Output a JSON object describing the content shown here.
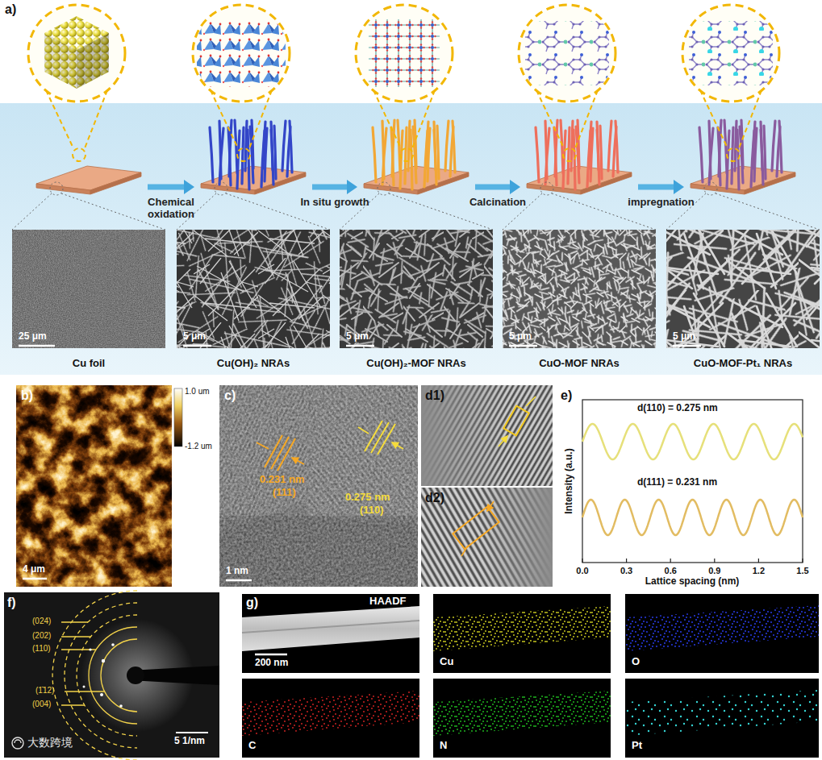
{
  "diagram": {
    "nodes": [
      {
        "text": [
          "Cu foil"
        ]
      },
      {
        "text": [
          "Cu(OH)₂ NRAs"
        ]
      },
      {
        "text": [
          "Cu(OH)₂-MOF NRAs"
        ]
      },
      {
        "text": [
          "CuO-MOF NRAs"
        ]
      },
      {
        "text": [
          "CuO-MOF-Pt₁ NRAs"
        ]
      }
    ],
    "edges": [
      {
        "from": 0,
        "to": 1,
        "label": "Chemical oxidation",
        "arrow": "to"
      },
      {
        "from": 1,
        "to": 2,
        "label": "In situ growth",
        "arrow": "to"
      },
      {
        "from": 2,
        "to": 3,
        "label": "Calcination",
        "arrow": "to"
      },
      {
        "from": 3,
        "to": 4,
        "label": "impregnation",
        "arrow": "to"
      }
    ],
    "labels": [
      "a)",
      "25 μm",
      "5 μm",
      "5 μm",
      "5 μm",
      "5 μm",
      "b)",
      "1.0 um",
      "-1.2 um",
      "4 μm",
      "c)",
      "0.231 nm",
      "(111)",
      "0.275 nm",
      "(110)",
      "1 nm",
      "d1)",
      "d2)",
      "e)",
      "d(110) = 0.275 nm",
      "d(111) = 0.231 nm",
      "Intensity (a.u.)",
      "0.0",
      "0.3",
      "0.6",
      "0.9",
      "1.2",
      "1.5",
      "Lattice spacing (nm)",
      "f)",
      "(024)",
      "(202)",
      "(110)",
      "(1̄12)",
      "(004)",
      "5 1/nm",
      "大数跨境",
      "g)",
      "HAADF",
      "200 nm",
      "Cu",
      "O",
      "C",
      "N",
      "Pt"
    ]
  }
}
